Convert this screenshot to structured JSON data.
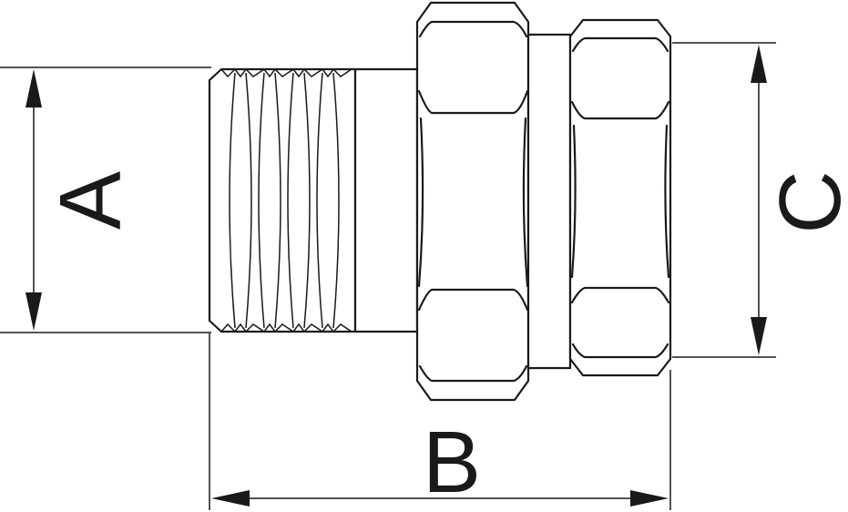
{
  "dimensions": {
    "a": {
      "label": "A"
    },
    "b": {
      "label": "B"
    },
    "c": {
      "label": "C"
    }
  }
}
